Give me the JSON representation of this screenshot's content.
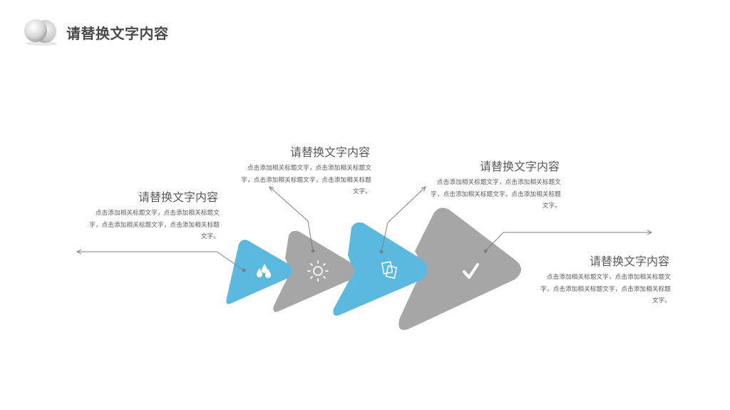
{
  "header": {
    "title": "请替换文字内容"
  },
  "colors": {
    "blue": "#5BB8DF",
    "gray": "#A6A6A6",
    "line": "#7F7F7F",
    "text": "#595959"
  },
  "steps": [
    {
      "title": "请替换文字内容",
      "desc": "点击添加相关标题文字，点击添加相关标题文字，点击添加相关标题文字，点击添加相关标题文字。",
      "color": "blue",
      "icon": "water-drops-icon"
    },
    {
      "title": "请替换文字内容",
      "desc": "点击添加相关标题文字，点击添加相关标题文字，点击添加相关标题文字，点击添加相关标题文字。",
      "color": "gray",
      "icon": "sun-icon"
    },
    {
      "title": "请替换文字内容",
      "desc": "点击添加相关标题文字，点击添加相关标题文字，点击添加相关标题文字，点击添加相关标题文字。",
      "color": "blue",
      "icon": "documents-icon"
    },
    {
      "title": "请替换文字内容",
      "desc": "点击添加相关标题文字，点击添加相关标题文字，点击添加相关标题文字，点击添加相关标题文字。",
      "color": "gray",
      "icon": "checkmark-icon"
    }
  ]
}
